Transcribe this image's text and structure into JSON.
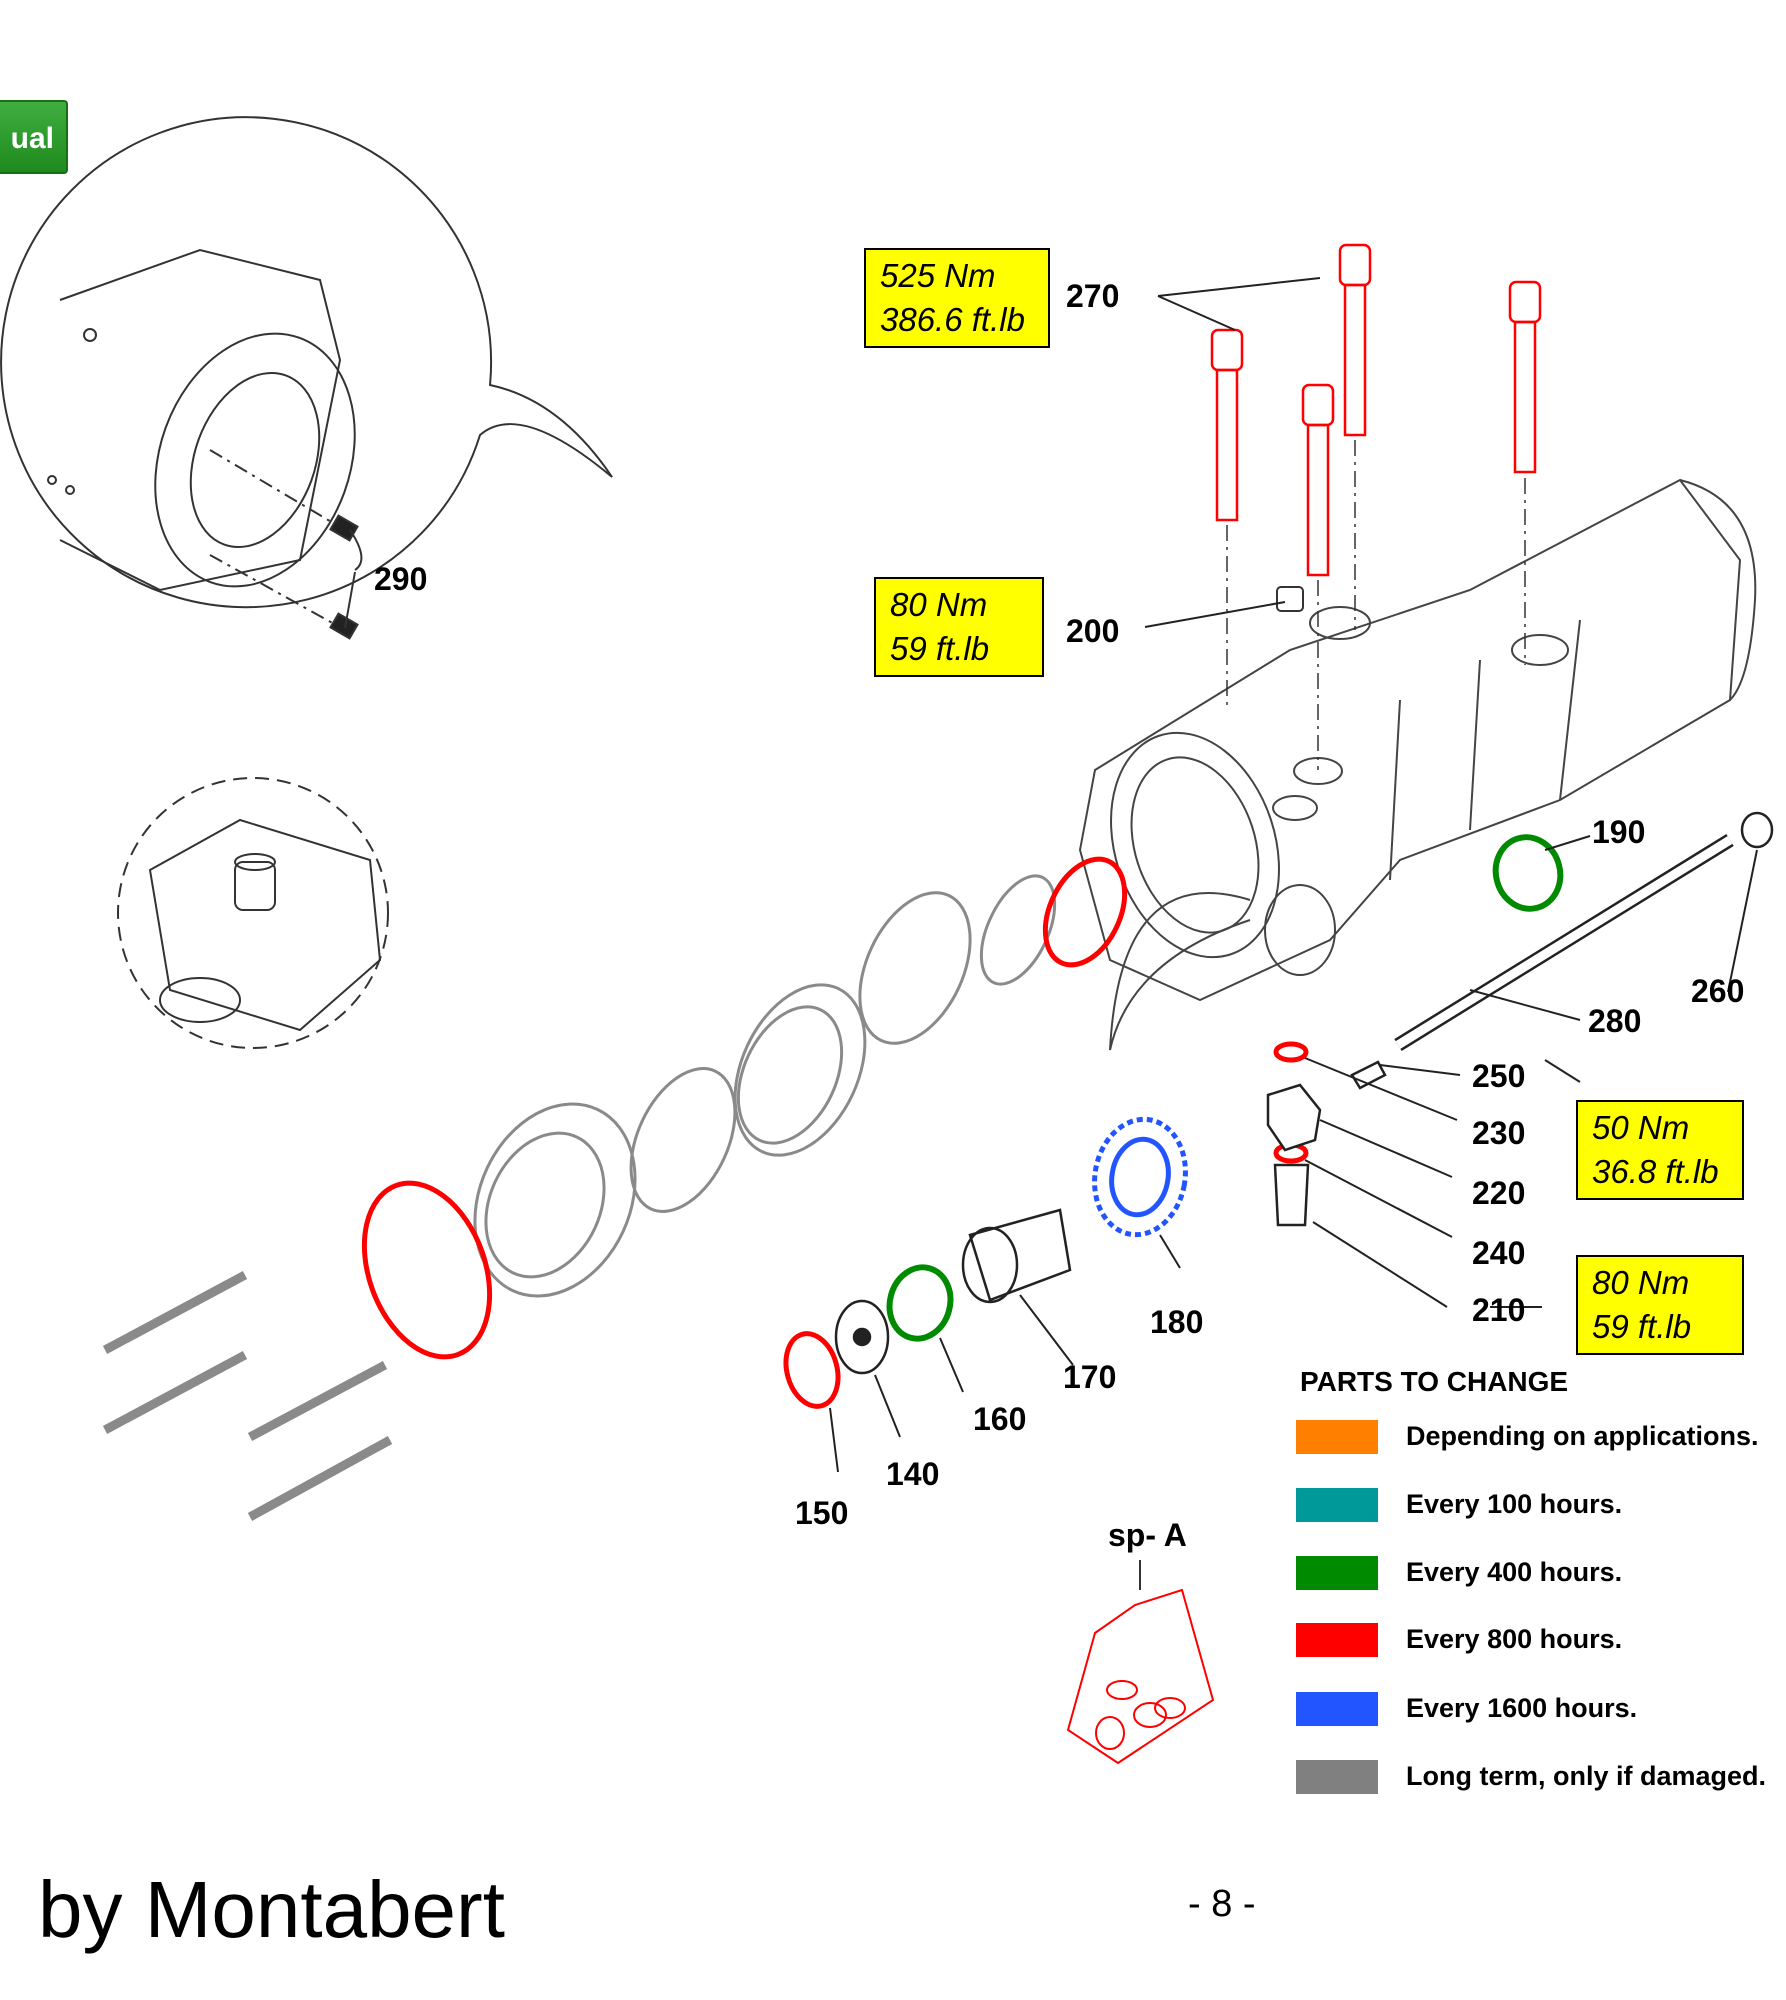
{
  "manual_tab": {
    "label": "ual"
  },
  "parts": {
    "p270": "270",
    "p200": "200",
    "p290": "290",
    "p190": "190",
    "p260": "260",
    "p280": "280",
    "p250": "250",
    "p230": "230",
    "p220": "220",
    "p240": "240",
    "p210": "210",
    "p180": "180",
    "p170": "170",
    "p160": "160",
    "p140": "140",
    "p150": "150"
  },
  "torques": {
    "t270": {
      "nm": "525 Nm",
      "ftlb": "386.6 ft.lb"
    },
    "t200": {
      "nm": "80 Nm",
      "ftlb": "59 ft.lb"
    },
    "t250": {
      "nm": "50 Nm",
      "ftlb": "36.8 ft.lb"
    },
    "t210": {
      "nm": "80 Nm",
      "ftlb": "59 ft.lb"
    }
  },
  "legend": {
    "title": "PARTS TO CHANGE",
    "items": [
      {
        "label": "Depending on applications.",
        "color": "#ff8000"
      },
      {
        "label": "Every 100 hours.",
        "color": "#00999a"
      },
      {
        "label": "Every 400 hours.",
        "color": "#008a00"
      },
      {
        "label": "Every 800 hours.",
        "color": "#ff0000"
      },
      {
        "label": "Every 1600 hours.",
        "color": "#2255ff"
      },
      {
        "label": "Long term, only if damaged.",
        "color": "#808080"
      }
    ]
  },
  "special_kit": {
    "label": "sp- A"
  },
  "footer": {
    "brand": "by Montabert",
    "page": "-  8 -"
  },
  "colors": {
    "red": "#ff0000",
    "green": "#008a00",
    "blue": "#2255ff",
    "gray": "#8a8a8a",
    "line": "#333333",
    "label_bg": "#ffff00"
  }
}
